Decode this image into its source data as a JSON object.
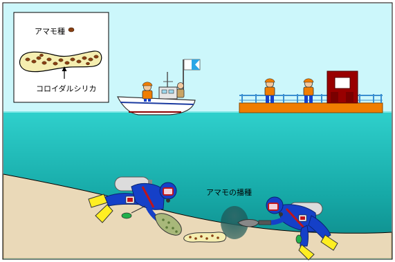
{
  "inset": {
    "seed_label": "アマモ種",
    "silica_label": "コロイダルシリカ"
  },
  "main": {
    "planting_label": "アマモの播種"
  },
  "colors": {
    "sky": "#ccf7fb",
    "sea_top": "#2bc7c3",
    "sea_bottom": "#0e8f8f",
    "seabed": "#ead9b8",
    "pontoon": "#f07d00",
    "hut": "#990000",
    "diver_suit": "#1540c8",
    "tank": "#dcdcdc",
    "fins": "#ffee22",
    "seed_capsule": "#f5eeb0",
    "seed": "#8a4012"
  }
}
